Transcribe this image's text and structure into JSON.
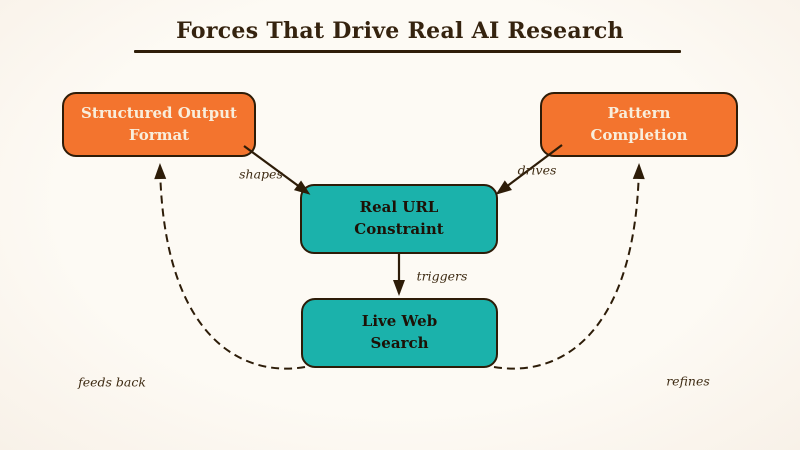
{
  "title": {
    "text": "Forces That Drive Real AI Research"
  },
  "nodes": {
    "structured_output": {
      "label": "Structured Output\nFormat",
      "fill": "#F3742E"
    },
    "pattern_completion": {
      "label": "Pattern\nCompletion",
      "fill": "#F3742E"
    },
    "real_url_constraint": {
      "label": "Real URL\nConstraint",
      "fill": "#1BB2AB"
    },
    "live_web_search": {
      "label": "Live Web\nSearch",
      "fill": "#1BB2AB"
    }
  },
  "edges": {
    "shapes": {
      "label": "shapes",
      "from": "structured_output",
      "to": "real_url_constraint",
      "style": "solid"
    },
    "drives": {
      "label": "drives",
      "from": "pattern_completion",
      "to": "real_url_constraint",
      "style": "solid"
    },
    "triggers": {
      "label": "triggers",
      "from": "real_url_constraint",
      "to": "live_web_search",
      "style": "solid"
    },
    "feeds_back": {
      "label": "feeds back",
      "from": "live_web_search",
      "to": "structured_output",
      "style": "dashed"
    },
    "refines": {
      "label": "refines",
      "from": "live_web_search",
      "to": "pattern_completion",
      "style": "dashed"
    }
  },
  "colors": {
    "background": "#FCF8F2",
    "node_orange": "#F3742E",
    "node_teal": "#1BB2AB",
    "outline": "#2D1C08",
    "text_on_orange": "#F8EEDC",
    "text_on_teal": "#1D1106",
    "title_text": "#35230F",
    "edge_stroke": "#2D1C08"
  }
}
